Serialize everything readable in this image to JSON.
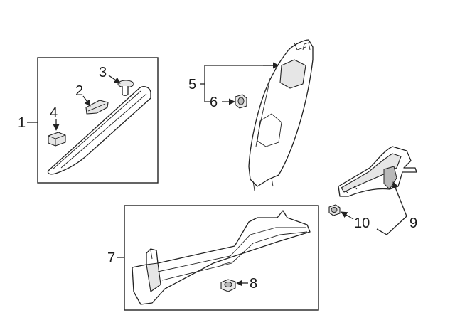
{
  "callouts": {
    "c1": "1",
    "c2": "2",
    "c3": "3",
    "c4": "4",
    "c5": "5",
    "c6": "6",
    "c7": "7",
    "c8": "8",
    "c9": "9",
    "c10": "10"
  },
  "colors": {
    "line": "#222222",
    "fill": "#ffffff",
    "shade": "#e6e6e6"
  }
}
